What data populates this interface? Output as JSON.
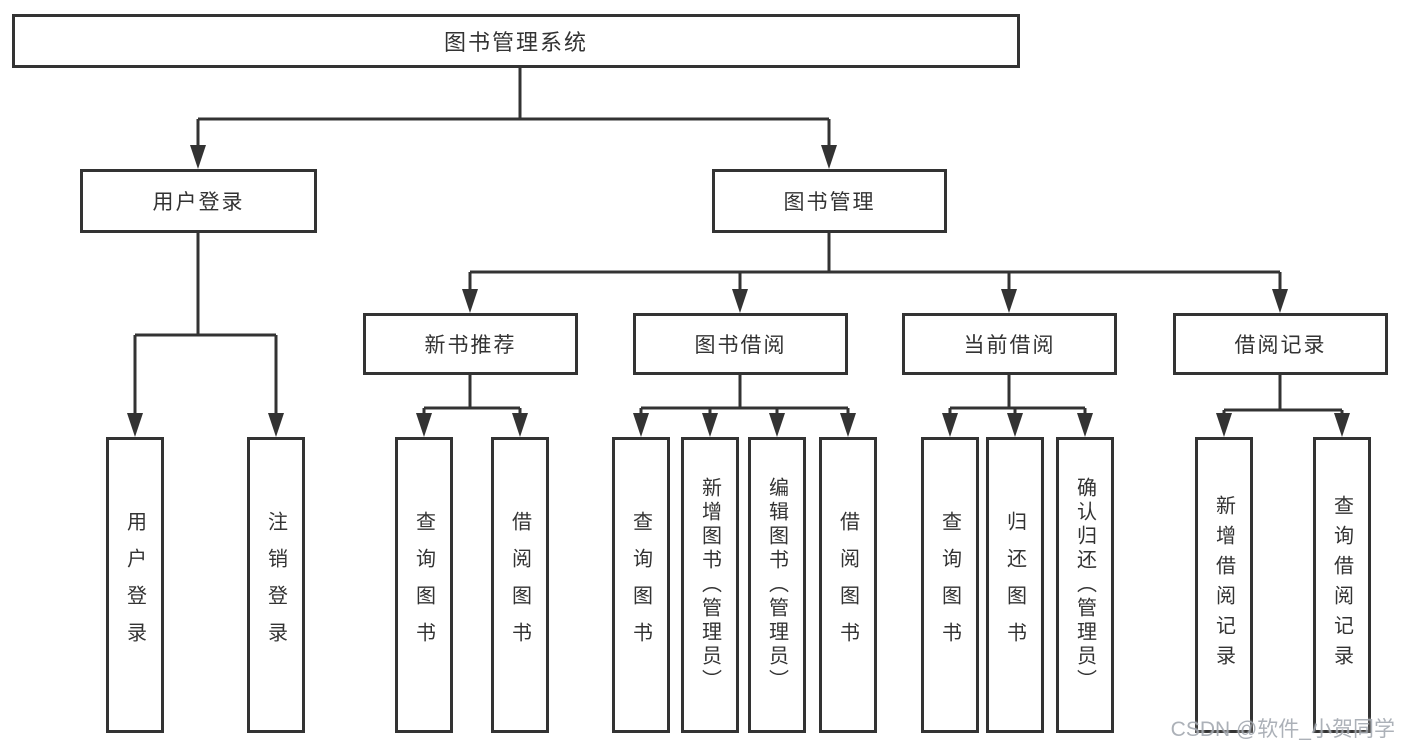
{
  "nodes": {
    "root": "图书管理系统",
    "user_login": "用户登录",
    "book_mgmt": "图书管理",
    "new_book_rec": "新书推荐",
    "book_borrow": "图书借阅",
    "current_borrow": "当前借阅",
    "borrow_record": "借阅记录",
    "leaf_user_login": "用户登录",
    "leaf_logout": "注销登录",
    "leaf_rec_query_book": "查询图书",
    "leaf_rec_borrow_book": "借阅图书",
    "leaf_bb_query_book": "查询图书",
    "leaf_bb_add_book": "新增图书（管理员）",
    "leaf_bb_edit_book": "编辑图书（管理员）",
    "leaf_bb_borrow_book": "借阅图书",
    "leaf_cb_query_book": "查询图书",
    "leaf_cb_return_book": "归还图书",
    "leaf_cb_confirm_return": "确认归还（管理员）",
    "leaf_br_add_record": "新增借阅记录",
    "leaf_br_query_record": "查询借阅记录"
  },
  "watermark": {
    "text": "CSDN @软件_小贺同学"
  },
  "colors": {
    "line": "#333333",
    "box_border": "#333333",
    "text": "#333333",
    "background": "#ffffff",
    "watermark": "#9ea3ac"
  }
}
